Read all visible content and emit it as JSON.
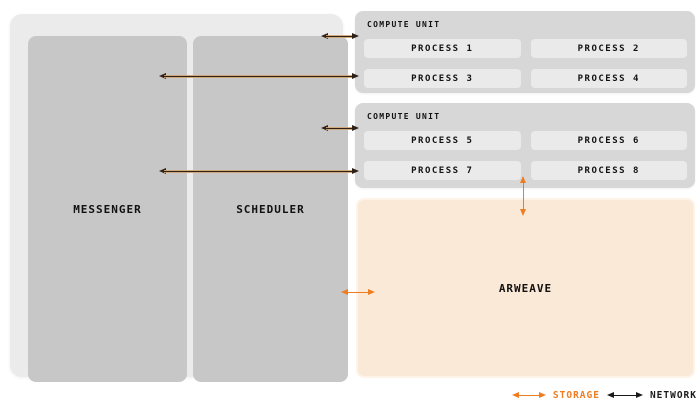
{
  "diagram": {
    "messenger": {
      "label": "MESSENGER"
    },
    "scheduler": {
      "label": "SCHEDULER"
    },
    "compute_units": [
      {
        "label": "COMPUTE UNIT",
        "processes": [
          "PROCESS 1",
          "PROCESS 2",
          "PROCESS 3",
          "PROCESS 4"
        ]
      },
      {
        "label": "COMPUTE UNIT",
        "processes": [
          "PROCESS 5",
          "PROCESS 6",
          "PROCESS 7",
          "PROCESS 8"
        ]
      }
    ],
    "arweave": {
      "label": "ARWEAVE"
    },
    "legend": {
      "storage_label": "STORAGE",
      "network_label": "NETWORK",
      "storage_color": "#ee7d22",
      "network_color": "#1a1a1a"
    },
    "colors": {
      "arweave_fill": "#fbe9d7",
      "panel_outer": "#ebebeb",
      "panel_box": "#c7c7c7",
      "compute_unit_fill": "#d7d7d7",
      "process_fill": "#eaeaea"
    }
  }
}
